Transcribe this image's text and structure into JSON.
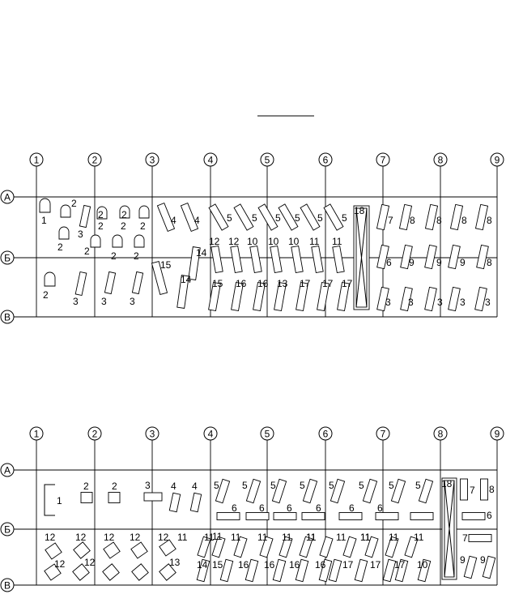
{
  "columns": [
    "1",
    "2",
    "3",
    "4",
    "5",
    "6",
    "7",
    "8",
    "9"
  ],
  "rows": [
    "А",
    "Б",
    "В"
  ],
  "top_plan": {
    "labels": [
      {
        "t": "1"
      },
      {
        "t": "2"
      },
      {
        "t": "2"
      },
      {
        "t": "2"
      },
      {
        "t": "3"
      },
      {
        "t": "2"
      },
      {
        "t": "2"
      },
      {
        "t": "2"
      },
      {
        "t": "2"
      },
      {
        "t": "2"
      },
      {
        "t": "2"
      },
      {
        "t": "2"
      },
      {
        "t": "2"
      },
      {
        "t": "3"
      },
      {
        "t": "3"
      },
      {
        "t": "3"
      },
      {
        "t": "4"
      },
      {
        "t": "4"
      },
      {
        "t": "15"
      },
      {
        "t": "14"
      },
      {
        "t": "14"
      },
      {
        "t": "5"
      },
      {
        "t": "5"
      },
      {
        "t": "5"
      },
      {
        "t": "5"
      },
      {
        "t": "5"
      },
      {
        "t": "5"
      },
      {
        "t": "12"
      },
      {
        "t": "12"
      },
      {
        "t": "10"
      },
      {
        "t": "10"
      },
      {
        "t": "10"
      },
      {
        "t": "11"
      },
      {
        "t": "11"
      },
      {
        "t": "15"
      },
      {
        "t": "16"
      },
      {
        "t": "16"
      },
      {
        "t": "13"
      },
      {
        "t": "17"
      },
      {
        "t": "17"
      },
      {
        "t": "17"
      },
      {
        "t": "18"
      },
      {
        "t": "7"
      },
      {
        "t": "8"
      },
      {
        "t": "8"
      },
      {
        "t": "8"
      },
      {
        "t": "8"
      },
      {
        "t": "6"
      },
      {
        "t": "9"
      },
      {
        "t": "9"
      },
      {
        "t": "9"
      },
      {
        "t": "8"
      },
      {
        "t": "3"
      },
      {
        "t": "3"
      },
      {
        "t": "3"
      },
      {
        "t": "3"
      },
      {
        "t": "3"
      }
    ]
  },
  "bottom_plan": {
    "labels": [
      {
        "t": "1"
      },
      {
        "t": "2"
      },
      {
        "t": "2"
      },
      {
        "t": "3"
      },
      {
        "t": "4"
      },
      {
        "t": "4"
      },
      {
        "t": "5"
      },
      {
        "t": "5"
      },
      {
        "t": "5"
      },
      {
        "t": "5"
      },
      {
        "t": "5"
      },
      {
        "t": "5"
      },
      {
        "t": "5"
      },
      {
        "t": "5"
      },
      {
        "t": "6"
      },
      {
        "t": "6"
      },
      {
        "t": "6"
      },
      {
        "t": "6"
      },
      {
        "t": "6"
      },
      {
        "t": "6"
      },
      {
        "t": "18"
      },
      {
        "t": "7"
      },
      {
        "t": "8"
      },
      {
        "t": "6"
      },
      {
        "t": "7"
      },
      {
        "t": "9"
      },
      {
        "t": "9"
      },
      {
        "t": "12"
      },
      {
        "t": "12"
      },
      {
        "t": "12"
      },
      {
        "t": "12"
      },
      {
        "t": "12"
      },
      {
        "t": "12"
      },
      {
        "t": "12"
      },
      {
        "t": "13"
      },
      {
        "t": "11"
      },
      {
        "t": "11"
      },
      {
        "t": "11"
      },
      {
        "t": "11"
      },
      {
        "t": "11"
      },
      {
        "t": "11"
      },
      {
        "t": "11"
      },
      {
        "t": "11"
      },
      {
        "t": "11"
      },
      {
        "t": "11"
      },
      {
        "t": "11"
      },
      {
        "t": "11"
      },
      {
        "t": "11"
      },
      {
        "t": "14"
      },
      {
        "t": "15"
      },
      {
        "t": "16"
      },
      {
        "t": "16"
      },
      {
        "t": "16"
      },
      {
        "t": "16"
      },
      {
        "t": "17"
      },
      {
        "t": "17"
      },
      {
        "t": "17"
      },
      {
        "t": "10"
      }
    ]
  }
}
